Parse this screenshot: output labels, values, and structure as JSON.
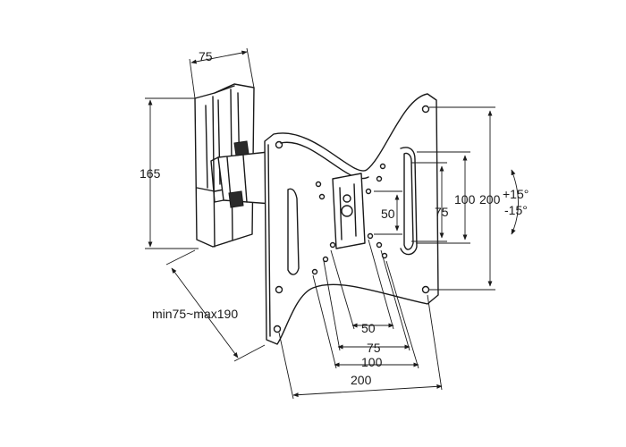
{
  "dimensions": {
    "bracket_width": "75",
    "bracket_height": "165",
    "arm_extension": "min75~max190",
    "vesa_outer_h": "200",
    "vesa_mid_h": "100",
    "vesa_inner_h": "75",
    "vesa_small_h": "50",
    "bottom_50": "50",
    "bottom_75": "75",
    "bottom_100": "100",
    "bottom_200": "200",
    "tilt_up": "+15°",
    "tilt_down": "-15°"
  }
}
